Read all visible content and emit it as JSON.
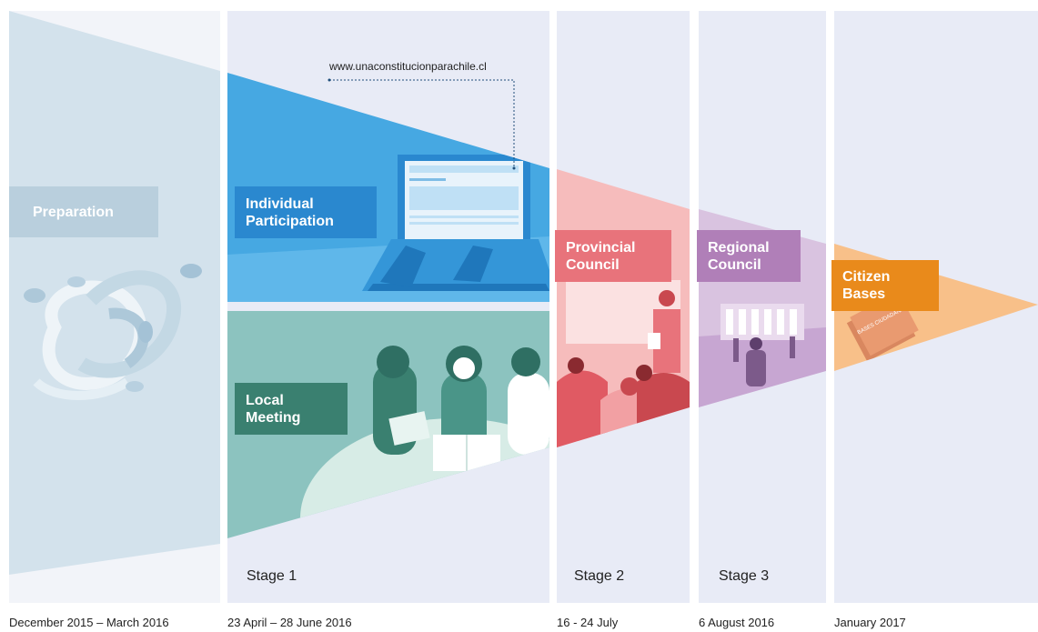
{
  "url": "www.unaconstitucionparachile.cl",
  "steps": [
    {
      "id": "preparation",
      "title": "Preparation",
      "date": "December 2015 – March 2016",
      "color": "#b9cfdd"
    },
    {
      "id": "individual",
      "title_lines": [
        "Individual",
        "Participation"
      ],
      "color": "#2a88cf"
    },
    {
      "id": "local",
      "title_lines": [
        "Local",
        "Meeting"
      ],
      "color": "#3a8070"
    },
    {
      "id": "provincial",
      "title_lines": [
        "Provincial",
        "Council"
      ],
      "date": "16 - 24 July",
      "stage": "Stage 2",
      "color": "#e8737b"
    },
    {
      "id": "regional",
      "title_lines": [
        "Regional",
        "Council"
      ],
      "date": "6 August 2016",
      "stage": "Stage 3",
      "color": "#b07fb8"
    },
    {
      "id": "citizen",
      "title_lines": [
        "Citizen",
        "Bases"
      ],
      "date": "January 2017",
      "color": "#e98a1b"
    }
  ],
  "stage1": {
    "stage": "Stage 1",
    "date": "23 April – 28 June 2016"
  },
  "book_text": "BASES CIUDADANAS"
}
